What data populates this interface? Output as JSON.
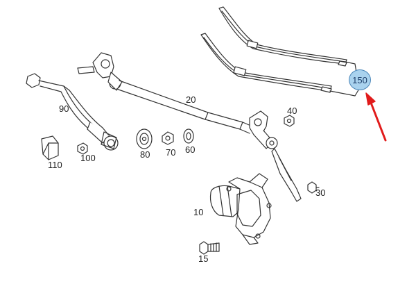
{
  "diagram": {
    "callouts": {
      "c90": "90",
      "c20": "20",
      "c40": "40",
      "c110": "110",
      "c100": "100",
      "c80": "80",
      "c70": "70",
      "c60": "60",
      "c10": "10",
      "c30": "30",
      "c15": "15",
      "c150": "150"
    },
    "highlight": {
      "part": "150",
      "fill": "#a9d2ee",
      "stroke": "#4a86b8"
    },
    "arrow_color": "#e11b1b",
    "line_color": "#333333"
  }
}
